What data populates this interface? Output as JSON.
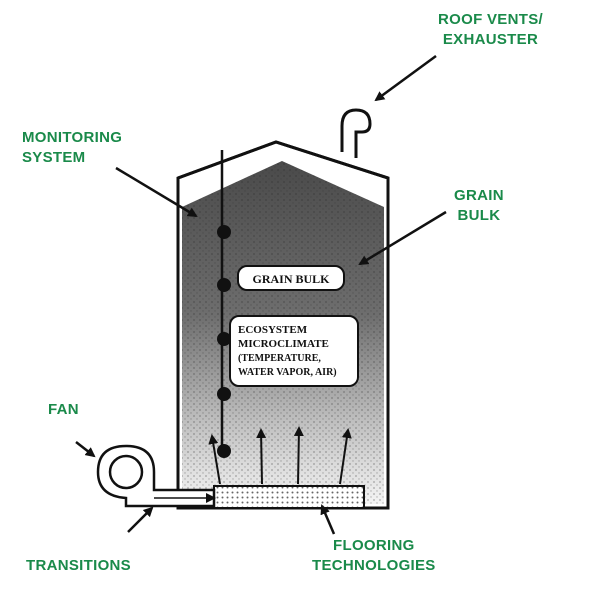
{
  "labels": {
    "roof_vents": [
      "ROOF VENTS/",
      "EXHAUSTER"
    ],
    "monitoring_system": [
      "MONITORING",
      "SYSTEM"
    ],
    "grain_bulk_outside": [
      "GRAIN",
      "BULK"
    ],
    "fan": "FAN",
    "transitions": "TRANSITIONS",
    "flooring": [
      "FLOORING",
      "TECHNOLOGIES"
    ]
  },
  "boxes": {
    "grain_bulk": "GRAIN BULK",
    "ecosystem": [
      "ECOSYSTEM",
      "MICROCLIMATE",
      "(TEMPERATURE,",
      "WATER VAPOR, AIR)"
    ]
  },
  "colors": {
    "label_green": "#1a8a4a",
    "outline": "#111111",
    "grain_dark": "#5a5a5a",
    "grain_light": "#f2f2f2"
  }
}
